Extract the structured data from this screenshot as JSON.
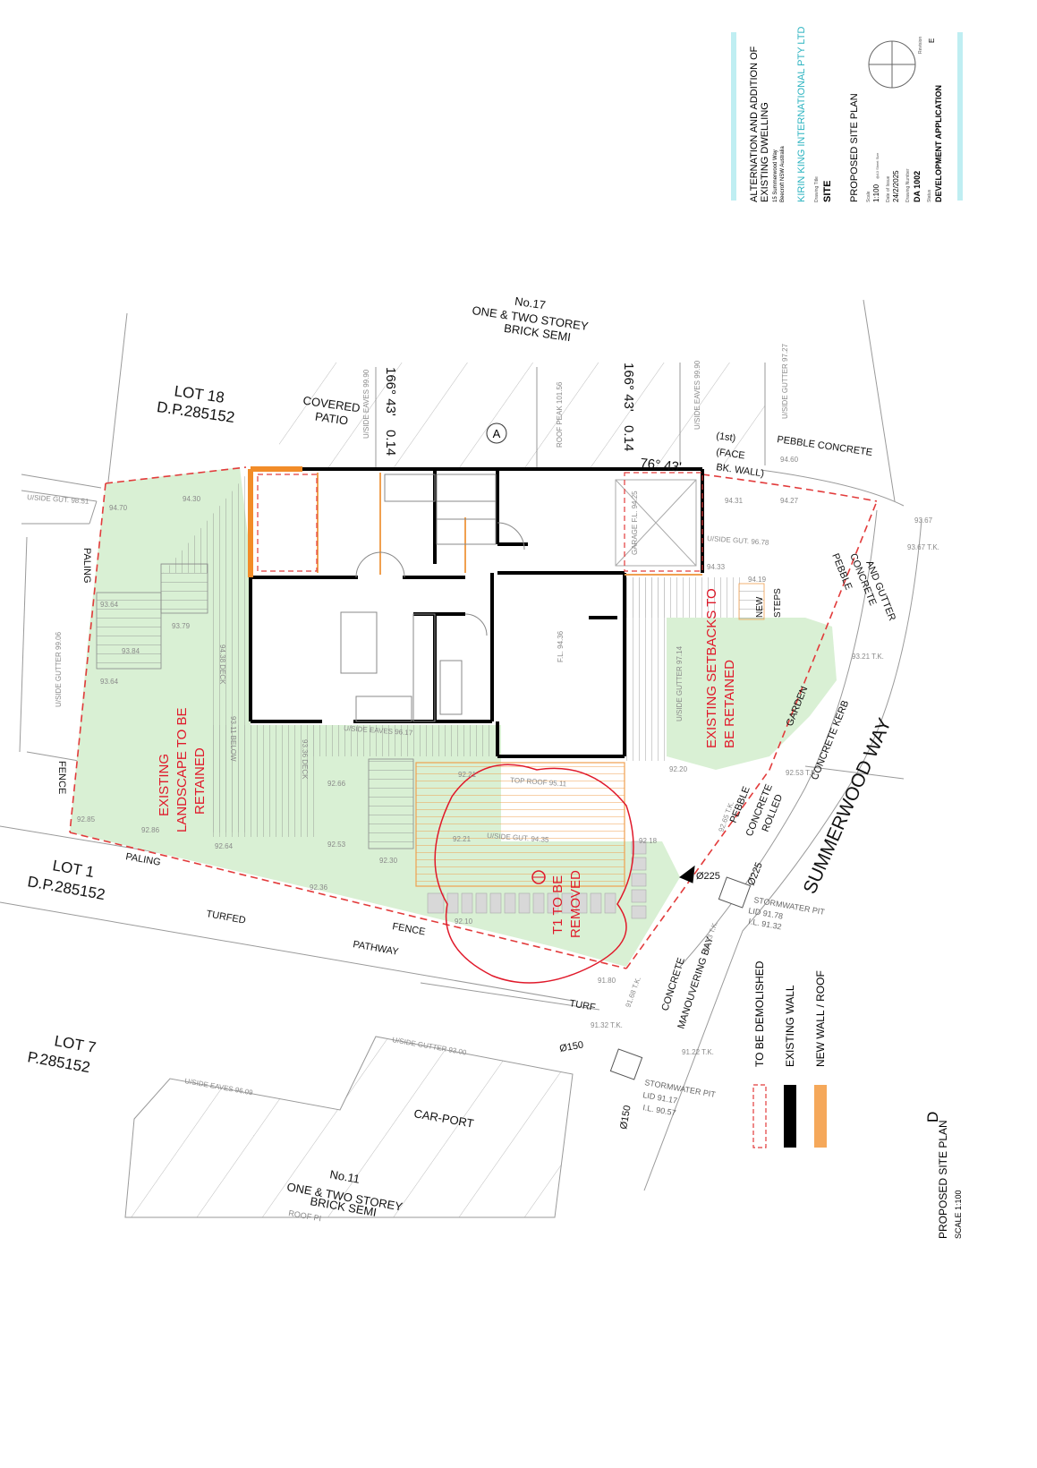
{
  "title_block": {
    "project_title_line1": "ALTERNATION AND ADDITION OF",
    "project_title_line2": "EXISTING DWELLING",
    "address_line1": "15 Summerwood Way",
    "address_line2": "Beecroft NSW Australia",
    "company": "KIRIN KING INTERNATIONAL PTY LTD",
    "drawing_title_caption": "Drawing Title",
    "drawing_title": "SITE",
    "sheet_title": "PROPOSED SITE PLAN",
    "scale_caption": "Scale",
    "scale": "1:100",
    "scale_note": "@A3 Sheet Size",
    "date_caption": "Date of Issue",
    "date": "24/2/2025",
    "drawing_number_caption": "Drawing Number",
    "drawing_number": "DA 1002",
    "status_caption": "Status",
    "status": "DEVELOPMENT APPLICATION",
    "revision_caption": "Revision",
    "revision": "E",
    "accent_color": "#2bb3c0"
  },
  "legend": {
    "demolish": "TO BE DEMOLISHED",
    "existing": "EXISTING WALL",
    "new": "NEW WALL / ROOF",
    "demolish_color": "#e23b3b",
    "existing_color": "#000000",
    "new_color": "#f5a85a"
  },
  "view": {
    "marker": "D",
    "title": "PROPOSED SITE PLAN",
    "scale": "SCALE 1:100"
  },
  "labels": {
    "no17": "No.17",
    "no17_desc1": "ONE & TWO STOREY",
    "no17_desc2": "BRICK SEMI",
    "lot18": "LOT 18",
    "lot18_dp": "D.P.285152",
    "lot1": "LOT 1",
    "lot1_dp": "D.P.285152",
    "lot7": "LOT 7",
    "lot7_dp": "P.285152",
    "covered": "COVERED",
    "patio": "PATIO",
    "bearing1": "166° 43'",
    "bearing1_sub": "0.14",
    "bearing2": "166° 43'",
    "bearing2_sub": "0.14",
    "bearing3": "76° 43'",
    "section_marker": "A",
    "face_brick1": "(1st)",
    "face_brick2": "(FACE",
    "face_brick3": "BK. WALL)",
    "pebble_concrete_top": "PEBBLE CONCRETE",
    "pebble_gutter1": "PEBBLE",
    "pebble_gutter2": "CONCRETE",
    "pebble_gutter3": "AND GUTTER",
    "new_steps1": "NEW",
    "new_steps2": "STEPS",
    "setbacks1": "EXISTING SETBACKS TO",
    "setbacks2": "BE RETAINED",
    "landscape1": "EXISTING",
    "landscape2": "LANDSCAPE TO BE",
    "landscape3": "RETAINED",
    "tree1": "T1 TO BE",
    "tree2": "REMOVED",
    "garden": "GARDEN",
    "concrete_kerb": "CONCRETE   KERB",
    "street": "SUMMERWOOD   WAY",
    "pebble_rolled1": "PEBBLE",
    "pebble_rolled2": "CONCRETE",
    "pebble_rolled3": "ROLLED",
    "paling_left": "PALING",
    "fence_left": "FENCE",
    "paling_bottom": "PALING",
    "fence_bottom": "FENCE",
    "turfed": "TURFED",
    "pathway": "PATHWAY",
    "turf": "TURF",
    "manouvering1": "CONCRETE",
    "manouvering2": "MANOUVERING BAY",
    "carport": "CAR-PORT",
    "no11": "No.11",
    "no11_desc1": "ONE & TWO STOREY",
    "no11_desc2": "BRICK SEMI",
    "roof_pi": "ROOF PI",
    "pipe225a": "Ø225",
    "pipe225b": "Ø225",
    "pipe150a": "Ø150",
    "pipe150b": "Ø150",
    "pit1": "STORMWATER PIT",
    "pit1_lid": "LID 91.78",
    "pit1_il": "I.L. 91.32",
    "pit2": "STORMWATER PIT",
    "pit2_lid": "LID 91.17",
    "pit2_il": "I.L. 90.57",
    "garage_fl": "GARAGE F.L. 94.25",
    "fl": "F.L. 94.36",
    "top_roof": "TOP ROOF 95.11",
    "uside_gut_deck": "U/SIDE GUT. 94.35",
    "uside_eaves": "U/SIDE EAVES 96.17",
    "uside_gutter_9714": "U/SIDE GUTTER 97.14",
    "uside_gut_9678": "U/SIDE GUT. 96.78",
    "uside_eaves_9990a": "U/SIDE EAVES 99.90",
    "uside_eaves_9990b": "U/SIDE EAVES 99.90",
    "roof_peak": "ROOF PEAK 101.56",
    "uside_gutter_9727": "U/SIDE GUTTER 97.27",
    "uside_gut_9851": "U/SIDE GUT. 98.51",
    "uside_gutter_9906": "U/SIDE GUTTER 99.06",
    "uside_gutter_9300": "U/SIDE GUTTER 93.00",
    "uside_eaves_9609": "U/SIDE EAVES 96.09",
    "deck_a": "94.38 DECK",
    "deck_b": "93.11 BELOW",
    "deck_c": "93.36 DECK"
  },
  "levels": {
    "l9470": "94.70",
    "l9430": "94.30",
    "l9364a": "93.64",
    "l9364b": "93.64",
    "l9384": "93.84",
    "l9379": "93.79",
    "l9285": "92.85",
    "l9286": "92.86",
    "l9264": "92.64",
    "l9266": "92.66",
    "l9253": "92.53",
    "l9230": "92.30",
    "l9236": "92.36",
    "l9210": "92.10",
    "l9221a": "92.21",
    "l9221b": "92.21",
    "l9218": "92.18",
    "l9180": "91.80",
    "l9168": "91.68 T.K.",
    "l9132": "91.32 T.K.",
    "l9122": "91.22 T.K.",
    "l9193": "91.93 T.K.",
    "l9265": "92.65 T.K.",
    "l9253tk": "92.53 T.K.",
    "l9220": "92.20",
    "l9321": "93.21 T.K.",
    "l9367": "93.67",
    "l9367tk": "93.67 T.K.",
    "l9427": "94.27",
    "l9431": "94.31",
    "l9433": "94.33",
    "l9419": "94.19",
    "l9460": "94.60"
  }
}
